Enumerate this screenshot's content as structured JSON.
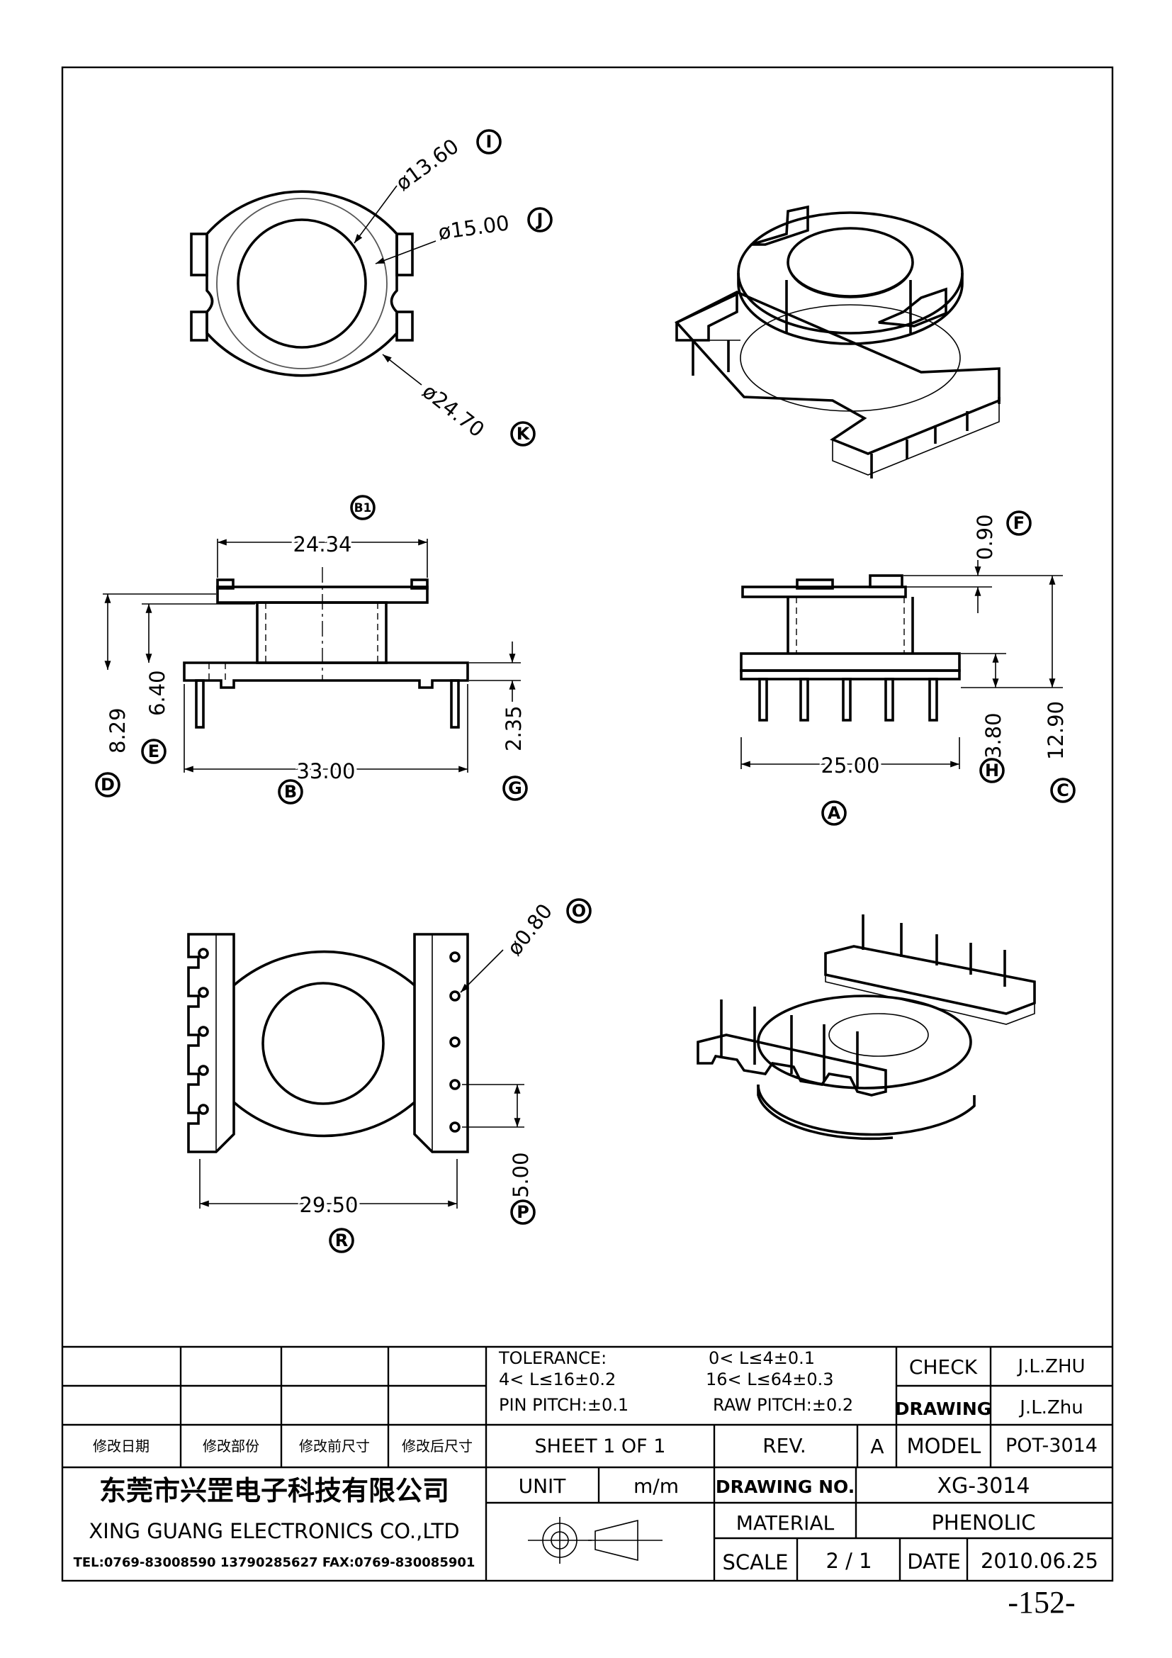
{
  "dimensions": {
    "dia_inner": "ø13.60",
    "dia_flange": "ø15.00",
    "dia_outer": "ø24.70",
    "width_top": "24.34",
    "height_d": "8.29",
    "height_e": "6.40",
    "width_bottom": "33.00",
    "height_g": "2.35",
    "height_f": "0.90",
    "width_side": "25.00",
    "height_h": "3.80",
    "height_c": "12.90",
    "pin_dia": "ø0.80",
    "pin_pitch": "5.00",
    "width_base": "29.50"
  },
  "callouts": {
    "I": "I",
    "J": "J",
    "K": "K",
    "B1": "B1",
    "F": "F",
    "D": "D",
    "E": "E",
    "B": "B",
    "G": "G",
    "H": "H",
    "C": "C",
    "A": "A",
    "O": "O",
    "P": "P",
    "R": "R"
  },
  "title_block": {
    "tolerance_label": "TOLERANCE:",
    "tol_1": "0< L≤4±0.1",
    "tol_2": "4< L≤16±0.2",
    "tol_3": "16< L≤64±0.3",
    "pin_pitch": "PIN PITCH:±0.1",
    "raw_pitch": "RAW PITCH:±0.2",
    "check_label": "CHECK",
    "check_value": "J.L.ZHU",
    "drawing_label": "DRAWING",
    "drawing_value": "J.L.Zhu",
    "rev_headers": [
      "修改日期",
      "修改部份",
      "修改前尺寸",
      "修改后尺寸"
    ],
    "sheet": "SHEET 1 OF 1",
    "rev_label": "REV.",
    "rev_value": "A",
    "model_label": "MODEL",
    "model_value": "POT-3014",
    "company_cn": "东莞市兴罡电子科技有限公司",
    "company_en": "XING GUANG  ELECTRONICS CO.,LTD",
    "company_contact": "TEL:0769-83008590 13790285627 FAX:0769-830085901",
    "unit_label": "UNIT",
    "unit_value": "m/m",
    "drawing_no_label": "DRAWING NO.",
    "drawing_no_value": "XG-3014",
    "material_label": "MATERIAL",
    "material_value": "PHENOLIC",
    "scale_label": "SCALE",
    "scale_value": "2 / 1",
    "date_label": "DATE",
    "date_value": "2010.06.25"
  },
  "page_number": "-152-"
}
